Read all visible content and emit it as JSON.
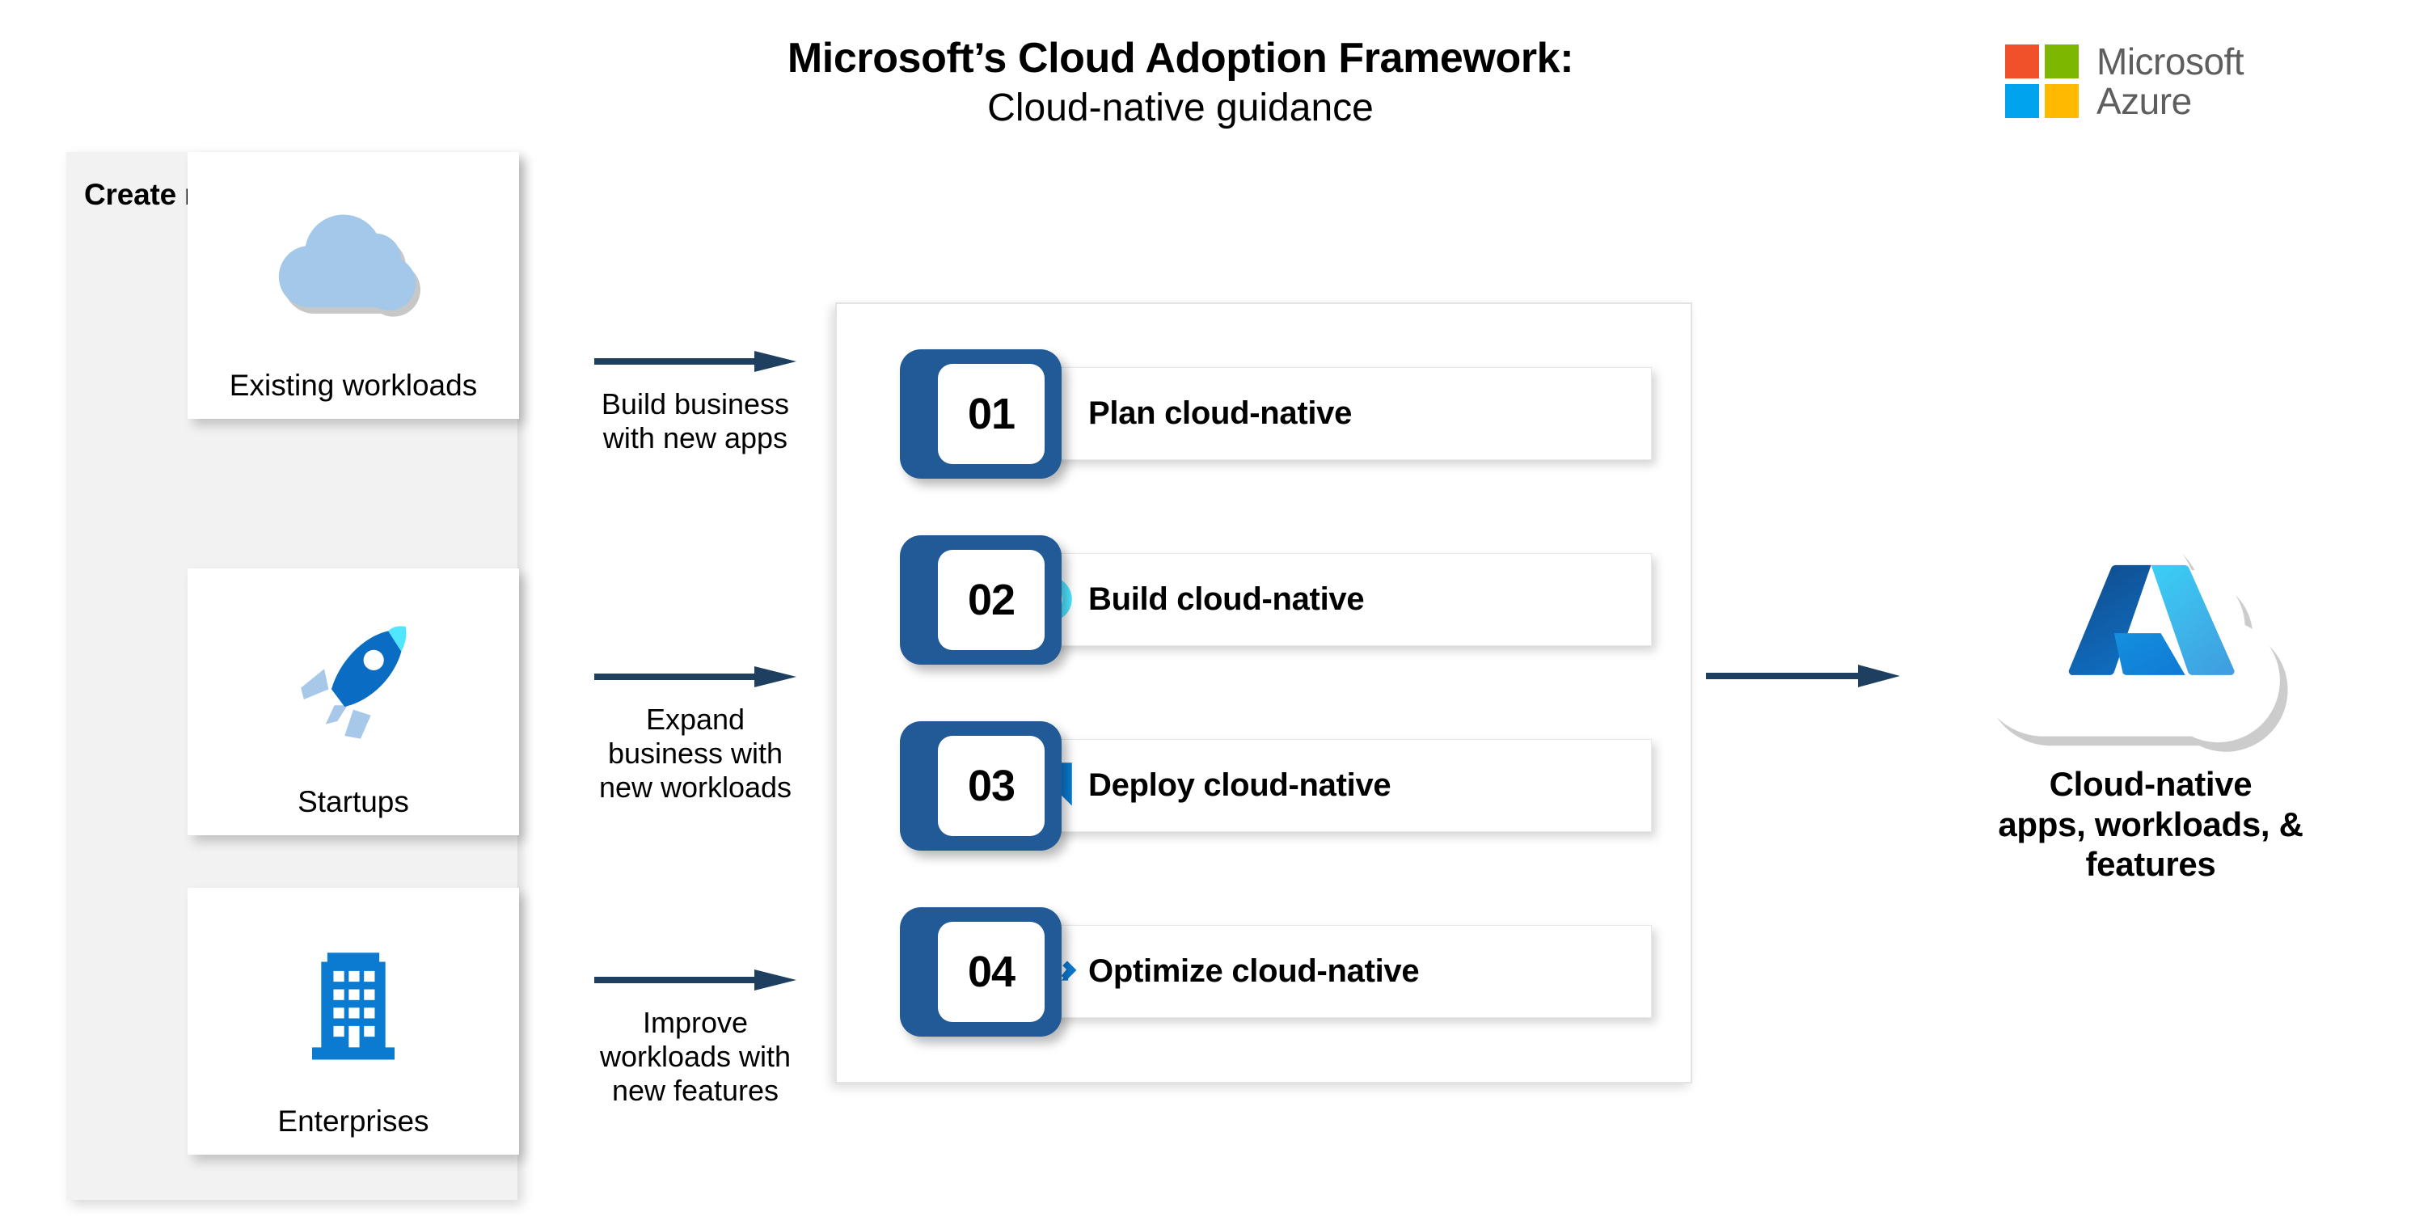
{
  "header": {
    "title_line1": "Microsoft’s Cloud Adoption Framework:",
    "title_line2": "Cloud-native guidance"
  },
  "brand": {
    "line1": "Microsoft",
    "line2": "Azure",
    "square_colors": [
      "#f0512b",
      "#7db700",
      "#00a3ee",
      "#ffb900"
    ]
  },
  "left_panel": {
    "title": "Create new business value",
    "background": "#f2f2f2",
    "cards": [
      {
        "label": "Startups",
        "icon": "rocket-icon"
      },
      {
        "label": "Enterprises",
        "icon": "office-building-icon"
      },
      {
        "label": "Existing workloads",
        "icon": "cloud-icon"
      }
    ]
  },
  "flows": [
    {
      "caption_line1": "Build business",
      "caption_line2": "with new apps",
      "caption_line3": ""
    },
    {
      "caption_line1": "Expand",
      "caption_line2": "business with",
      "caption_line3": "new workloads"
    },
    {
      "caption_line1": "Improve",
      "caption_line2": "workloads with",
      "caption_line3": "new features"
    }
  ],
  "steps_panel": {
    "steps": [
      {
        "number": "01",
        "label": "Plan cloud-native",
        "icon": "document-download-icon"
      },
      {
        "number": "02",
        "label": "Build cloud-native",
        "icon": "wrench-refresh-icon"
      },
      {
        "number": "03",
        "label": "Deploy cloud-native",
        "icon": "launch-arrow-icon"
      },
      {
        "number": "04",
        "label": "Optimize cloud-native",
        "icon": "chart-gauge-icon"
      }
    ]
  },
  "outcome": {
    "label_line1": "Cloud-native",
    "label_line2": "apps, workloads, &",
    "label_line3": "features",
    "icon": "azure-cloud-icon"
  },
  "colors": {
    "arrow_navy": "#1e3f60",
    "badge_blue": "#215a96",
    "icon_blue": "#0078d4",
    "icon_cyan": "#50e6ff",
    "panel_gray": "#f2f2f2",
    "azure_dark": "#0e4c8f",
    "azure_light": "#45c2f0"
  }
}
